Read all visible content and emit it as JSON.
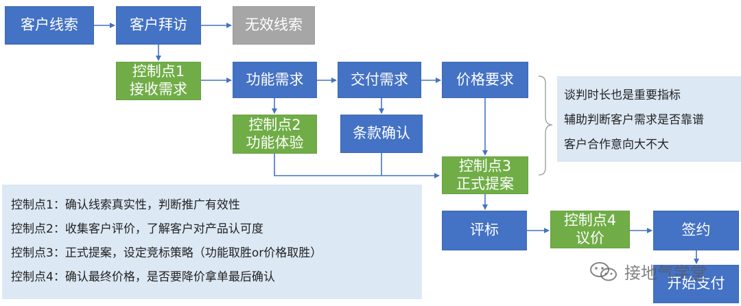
{
  "nodes": {
    "lead": "客户线索",
    "visit": "客户拜访",
    "invalid": "无效线索",
    "cp1_line1": "控制点1",
    "cp1_line2": "接收需求",
    "func": "功能需求",
    "delivery": "交付需求",
    "price": "价格要求",
    "cp2_line1": "控制点2",
    "cp2_line2": "功能体验",
    "terms": "条款确认",
    "cp3_line1": "控制点3",
    "cp3_line2": "正式提案",
    "review": "评标",
    "cp4_line1": "控制点4",
    "cp4_line2": "议价",
    "sign": "签约",
    "pay": "开始支付"
  },
  "right_note": [
    "谈判时长也是重要指标",
    "辅助判断客户需求是否靠谱",
    "客户合作意向大不大"
  ],
  "left_note": [
    "控制点1：确认线索真实性，判断推广有效性",
    "控制点2：收集客户评价，了解客户对产品认可度",
    "控制点3：正式提案，设定竞标策略（功能取胜or价格取胜）",
    "控制点4：确认最终价格，是否要降价拿单最后确认"
  ],
  "watermark": "接地气学堂",
  "colors": {
    "blue": "#4472c4",
    "green": "#70ad47",
    "gray": "#a6a6a6",
    "note_bg": "#dce8f4",
    "arrow": "#4472c4"
  }
}
